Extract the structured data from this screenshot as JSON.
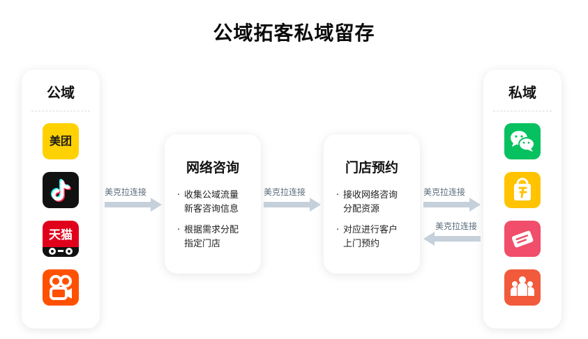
{
  "title": "公域拓客私域留存",
  "public": {
    "heading": "公域",
    "icons": [
      {
        "name": "meituan-icon",
        "text": "美团",
        "color": "#FFD100"
      },
      {
        "name": "douyin-icon",
        "color": "#111111"
      },
      {
        "name": "tmall-icon",
        "text": "天猫",
        "color": "#E0001B"
      },
      {
        "name": "kuaishou-icon",
        "color": "#FF5000"
      }
    ]
  },
  "private": {
    "heading": "私域",
    "icons": [
      {
        "name": "wechat-icon",
        "color": "#07C160"
      },
      {
        "name": "shopping-bag-icon",
        "color": "#FFC300"
      },
      {
        "name": "ticket-icon",
        "color": "#F04E6A"
      },
      {
        "name": "group-icon",
        "color": "#F25A3C"
      }
    ]
  },
  "steps": [
    {
      "heading": "网络咨询",
      "items": [
        "收集公域流量\n新客咨询信息",
        "根据需求分配\n指定门店"
      ]
    },
    {
      "heading": "门店预约",
      "items": [
        "接收网络咨询\n分配资源",
        "对应进行客户\n上门预约"
      ]
    }
  ],
  "arrows": {
    "a1": "美克拉连接",
    "a2": "美克拉连接",
    "a3": "美克拉连接",
    "a4": "美克拉连接"
  },
  "colors": {
    "arrow": "#C5D0DA",
    "label": "#5a6b7b"
  }
}
